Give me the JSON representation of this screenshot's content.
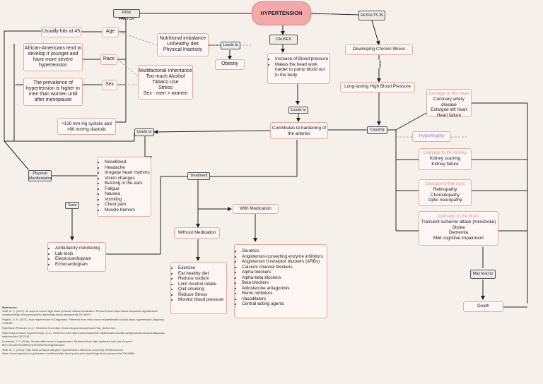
{
  "title": "HYPERTENSION",
  "risk_factor": "RISK FACTOR",
  "results_in": "RESULTS IN",
  "causes": "CAUSES",
  "age": "Age",
  "age_note": "Usually hits at 45",
  "race": "Race",
  "race_note": "African-Americans tend to develop it younger and have more severe hypertension",
  "sex": "Sex",
  "sex_note": "The prevalence of hypertension is higher in men than women until after menopause",
  "bp_note": ">130 mm Hg systolic and >80 mmHg diastolic",
  "lifestyle": [
    "Nutritional imbalance",
    "Unhealthy diet",
    "Physical Inactivity"
  ],
  "leads_to_1": "Leads to",
  "obesity": "Obesity",
  "other_factors": [
    "Multifactorial Inheritance",
    "Too much Alcohol",
    "Tabaco Use",
    "Stress",
    "Sex - men > women"
  ],
  "causes_list": [
    "Increase of Blood pressure",
    "Makes the heart work harder to pump blood out to the body"
  ],
  "leads_to_2": "Leads to",
  "hardening": "Contributes to hardening of the arteries",
  "leads_to_3": "Leads to",
  "chronic_illness": "Developing Chronic Illness",
  "cause_label": "cause",
  "long_lasting": "Long-lasting High Blood Pressure",
  "causing": "Causing",
  "hypertrophy": "Hypertrophy",
  "heart": {
    "header": "Damage to the heart",
    "items": [
      "Coronary artery disease",
      "Enlarged left heart",
      "Heart failure"
    ]
  },
  "kidney": {
    "header": "Damage to the kidney",
    "items": [
      "Kidney scarring",
      "Kidney failure"
    ]
  },
  "eyes": {
    "header": "Damage to the eyes",
    "items": [
      "Retinopathy",
      "Choroidopathy",
      "Optic neuropathy"
    ]
  },
  "brain": {
    "header": "Damage to the brain",
    "items": [
      "Transient ischemic attack (ministroke)",
      "Stroke",
      "Dementia",
      "Mild cognitive impairment"
    ]
  },
  "may_lead_to": "May lead to",
  "death": "Death",
  "physical_manifestation": "Physical Manifestation",
  "symptoms": [
    "Nosebleed",
    "Headache",
    "Irregular heart rhythms",
    "Vision changes",
    "Buzzing in the ears",
    "Fatigue",
    "Nausea",
    "Vomiting",
    "Chest pain",
    "Muscle tremors"
  ],
  "tests": "Tests",
  "tests_list": [
    "Ambulatory monitoring",
    "Lab tests",
    "Electrocardiogram",
    "Echocardiogram"
  ],
  "treatment": "Treatment",
  "with_medication": "With Medication",
  "without_medication": "Without Medication",
  "without_list": [
    "Exercise",
    "Eat healthy diet",
    "Reduce sodium",
    "Limit Alcohol intake",
    "Quit smoking",
    "Reduce Stress",
    "Monitor blood pressure"
  ],
  "with_list": [
    "Diuretics",
    "Angiotensin-converting enzyme inhibitors",
    "Angiotensin II receptor blockers (ARBs)",
    "Calcium channel blockers",
    "Alpha blockers",
    "Alpha-beta blockers",
    "Beta blockers",
    "Aldosterone antagonists",
    "Renin inhibitors",
    "Vasodilators",
    "Central-acting agents"
  ],
  "references_title": "References:",
  "references": [
    "Staff, M. C. (2021). 10 ways to control high blood pressure without medication. Retrieved from https://www.mayoclinic.org/diseases-conditions/high-blood-pressure/in-depth/high-blood-pressure/art-20046974",
    "Frigerio, D. N. (2021). How Hypertension Is Diagnosed. Retrieved from https://www.verywellhealth.com/all-about-hypertension-diagnosis-1764063",
    "High Blood Pressure. (n.d.). Retrieved from https://www.cdc.gov/bloodpressure/risk_factors.htm",
    "High blood pressure (hypertension). (n.d.). Retrieved from https://www.mayoclinic.org/diseases-conditions/high-blood-pressure/diagnosis-treatment/drc-20373417",
    "Doshahoff, J. P. (2018). Gender differences in hypertension. Retrieved from https://pubmed.ncbi.nlm.nih.gov/?term=Gender%20differences%20in%20hypertension",
    "Staff, M. C. (2019). High blood pressure dangers: Hypertension's effects on your body. Retrieved from https://www.mayoclinic.org/diseases-conditions/high-blood-pressure/in-depth/high-blood-pressure/art-20045868"
  ],
  "colors": {
    "accent": "#f3a9a9",
    "border": "#e8a9a4",
    "hypertrophy": "#9d6de0",
    "damage_header": "#ef8f8f"
  }
}
